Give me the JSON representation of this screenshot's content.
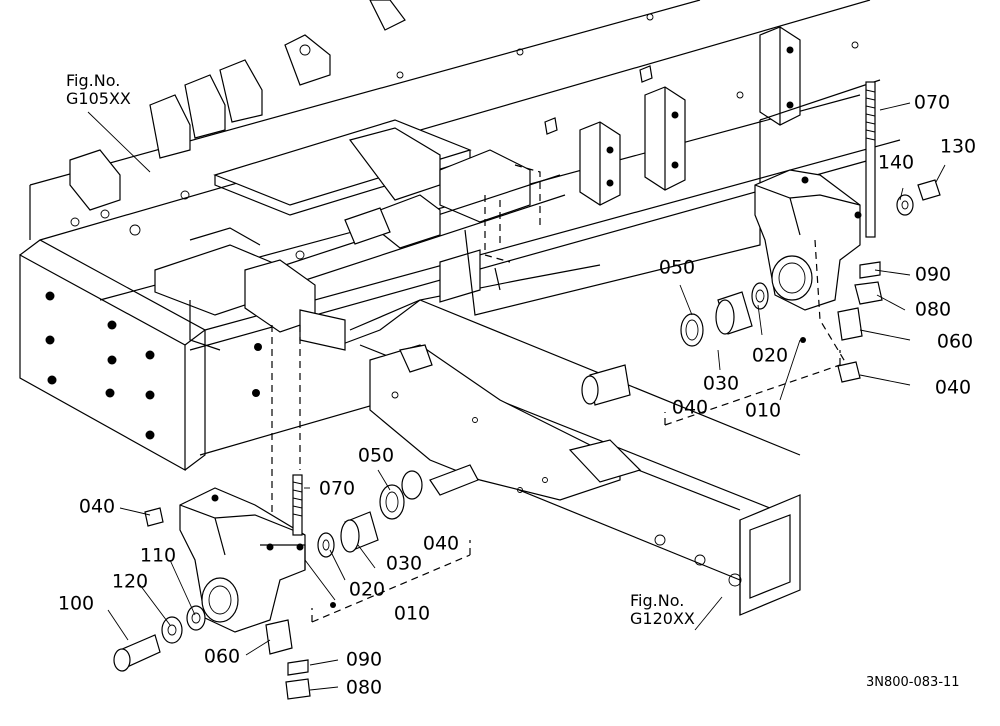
{
  "figure_refs": [
    {
      "line1": "Fig.No.",
      "line2": "G105XX"
    },
    {
      "line1": "Fig.No.",
      "line2": "G120XX"
    }
  ],
  "drawing_code": "3N800-083-11",
  "callouts": {
    "right": [
      "070",
      "130",
      "140",
      "090",
      "080",
      "060",
      "040",
      "050",
      "030",
      "020",
      "040",
      "010"
    ],
    "left": [
      "040",
      "070",
      "050",
      "110",
      "120",
      "100",
      "020",
      "030",
      "040",
      "010",
      "060",
      "090",
      "080"
    ]
  }
}
